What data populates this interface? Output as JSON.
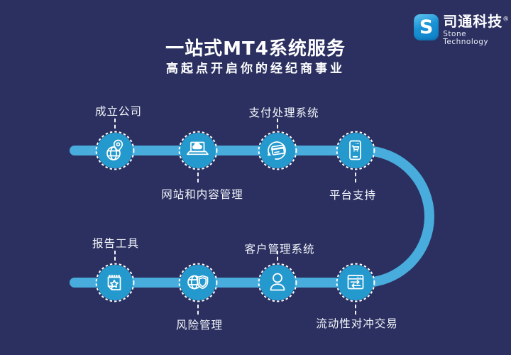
{
  "header": {
    "title": "一站式MT4系统服务",
    "subtitle": "高起点开启你的经纪商事业"
  },
  "logo": {
    "symbol": "S",
    "brand_name": "司通科技",
    "registered_mark": "®",
    "brand_name_en": "Stone Technology"
  },
  "colors": {
    "background": "#2B3060",
    "flow_line": "#48ACDC",
    "node_fill": "#2499CE",
    "node_ring": "#FFFFFF",
    "logo_blue": "#1A93D6"
  },
  "steps": [
    {
      "label": "成立公司",
      "icon": "globe-location-icon",
      "row": 1,
      "label_position": "above"
    },
    {
      "label": "网站和内容管理",
      "icon": "laptop-cloud-icon",
      "row": 1,
      "label_position": "below"
    },
    {
      "label": "支付处理系统",
      "icon": "card-refresh-icon",
      "row": 1,
      "label_position": "above"
    },
    {
      "label": "平台支持",
      "icon": "phone-cart-icon",
      "row": 1,
      "label_position": "below"
    },
    {
      "label": "报告工具",
      "icon": "report-star-icon",
      "row": 2,
      "label_position": "above"
    },
    {
      "label": "风险管理",
      "icon": "globe-shield-icon",
      "row": 2,
      "label_position": "below"
    },
    {
      "label": "客户管理系统",
      "icon": "user-icon",
      "row": 2,
      "label_position": "above"
    },
    {
      "label": "流动性对冲交易",
      "icon": "browser-arrows-icon",
      "row": 2,
      "label_position": "below"
    }
  ]
}
